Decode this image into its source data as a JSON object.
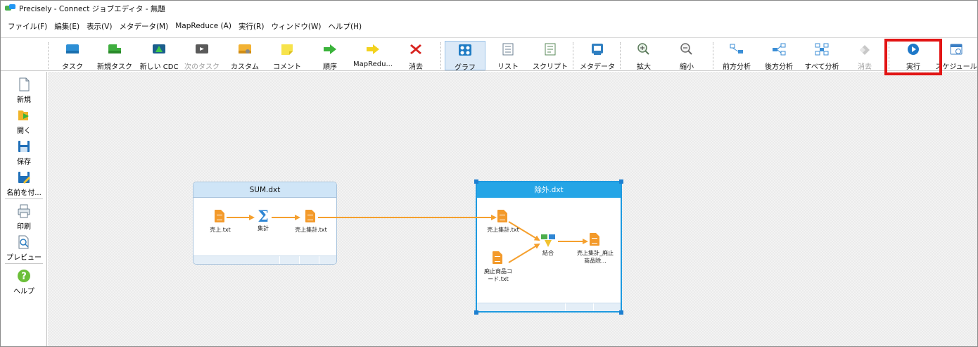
{
  "window": {
    "title": "Precisely - Connect ジョブエディタ - 無題"
  },
  "menu": [
    "ファイル(F)",
    "編集(E)",
    "表示(V)",
    "メタデータ(M)",
    "MapReduce (A)",
    "実行(R)",
    "ウィンドウ(W)",
    "ヘルプ(H)"
  ],
  "toolbar": {
    "task": "タスク",
    "new_task": "新規タスク",
    "new_cdc": "新しい CDC",
    "next_task": "次のタスク",
    "custom": "カスタム",
    "comment": "コメント",
    "sequence": "順序",
    "mapreduce": "MapRedu...",
    "delete": "消去",
    "graph": "グラフ",
    "list": "リスト",
    "script": "スクリプト",
    "metadata": "メタデータ",
    "zoom_in": "拡大",
    "zoom_out": "縮小",
    "forward_analysis": "前方分析",
    "backward_analysis": "後方分析",
    "all_analysis": "すべて分析",
    "clear": "消去",
    "run": "実行",
    "schedule": "スケジュール"
  },
  "sidebar": {
    "new": "新規",
    "open": "開く",
    "save": "保存",
    "save_as": "名前を付...",
    "print": "印刷",
    "preview": "プレビュー",
    "help": "ヘルプ"
  },
  "jobs": {
    "sum": {
      "title": "SUM.dxt",
      "source": "売上.txt",
      "aggregate": "集計",
      "target": "売上集計.txt"
    },
    "exclude": {
      "title": "除外.dxt",
      "input1": "売上集計.txt",
      "input2": "廃止商品コード.txt",
      "join": "結合",
      "output": "売上集計_廃止商品除..."
    }
  },
  "colors": {
    "flow": "#f5a02e",
    "selected_border": "#1e9ae0",
    "highlight": "#e21414"
  }
}
